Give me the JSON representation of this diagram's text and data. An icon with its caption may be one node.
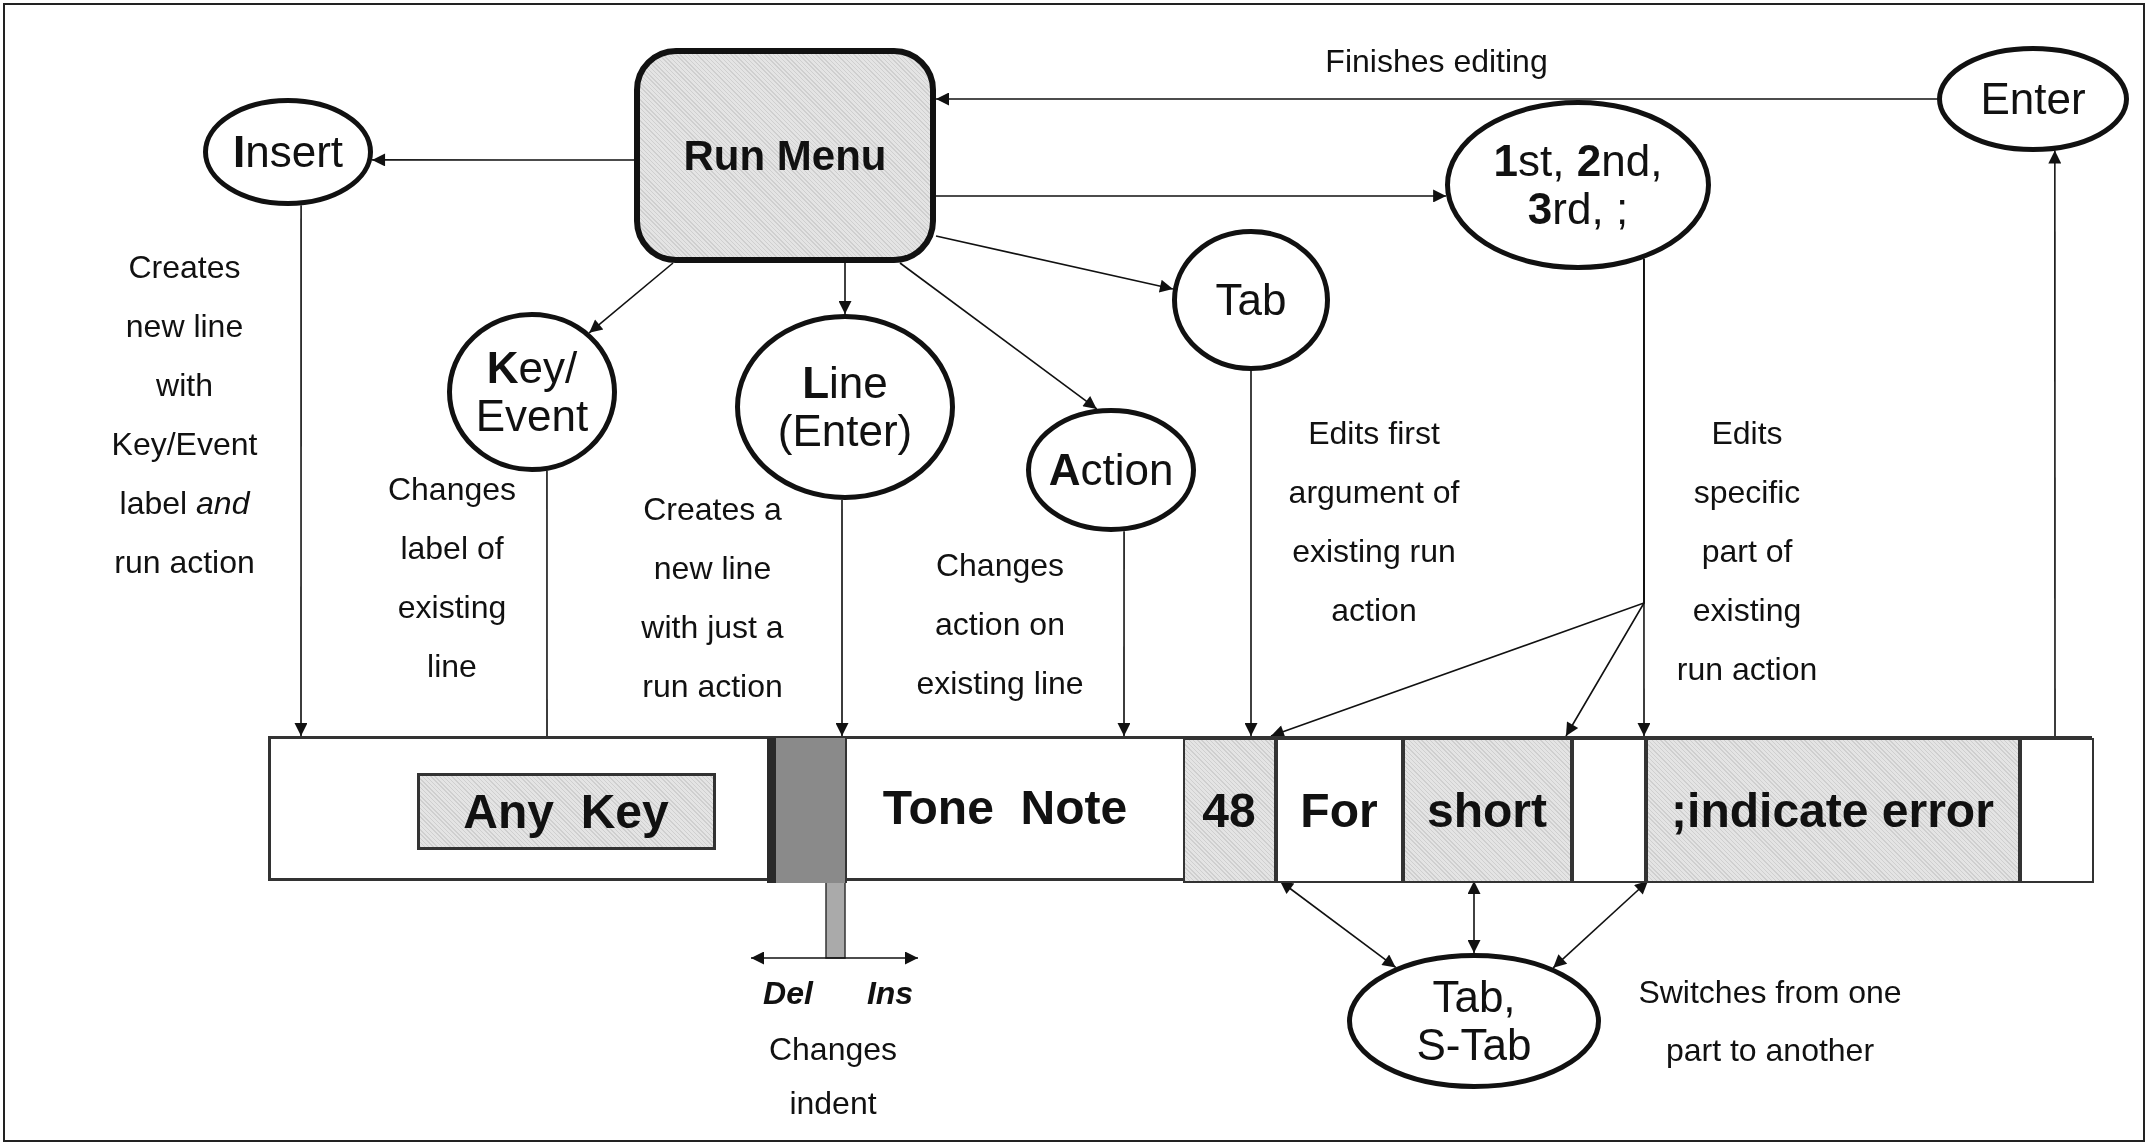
{
  "diagram": {
    "nodes": [
      {
        "text": [
          "Run Menu"
        ]
      },
      {
        "text": [
          "**I**nsert"
        ]
      },
      {
        "text": [
          "**K**ey/ Event"
        ]
      },
      {
        "text": [
          "**L**ine (Enter)"
        ]
      },
      {
        "text": [
          "**A**ction"
        ]
      },
      {
        "text": [
          "Tab"
        ]
      },
      {
        "text": [
          "**1**st, **2**nd, **3**rd, ;"
        ]
      },
      {
        "text": [
          "Enter"
        ]
      },
      {
        "text": [],
        "shape": "bar"
      },
      {
        "text": [
          "Any  Key"
        ],
        "in": 8
      },
      {
        "text": [],
        "shape": "bar",
        "in": 8
      },
      {
        "text": [
          "48"
        ],
        "in": 8
      },
      {
        "text": [
          "For"
        ],
        "in": 8
      },
      {
        "text": [
          "short"
        ],
        "in": 8
      },
      {
        "text": [],
        "shape": "box",
        "in": 8
      },
      {
        "text": [
          ";indicate error"
        ],
        "in": 8
      },
      {
        "text": [],
        "shape": "box",
        "in": 8
      },
      {
        "text": [
          "Tab, S-Tab"
        ],
        "beside": [
          "Switches from one part to another"
        ]
      }
    ],
    "edges": [
      {
        "from": 0,
        "to": 1,
        "arrow": "to"
      },
      {
        "from": 0,
        "to": 2,
        "arrow": "to"
      },
      {
        "from": 0,
        "to": 3,
        "arrow": "to"
      },
      {
        "from": 0,
        "to": 4,
        "arrow": "to"
      },
      {
        "from": 0,
        "to": 5,
        "arrow": "to"
      },
      {
        "from": 0,
        "to": 6,
        "arrow": "to"
      },
      {
        "from": 7,
        "to": 0,
        "arrow": "to",
        "label": "Finishes editing"
      },
      {
        "from": 1,
        "to": 8,
        "arrow": "to"
      },
      {
        "from": 2,
        "to": 9,
        "arrow": "to"
      },
      {
        "from": 3,
        "to": 10,
        "arrow": "to"
      },
      {
        "from": 4,
        "to": 8,
        "arrow": "to"
      },
      {
        "from": 5,
        "to": 11,
        "arrow": "to"
      },
      {
        "from": 6,
        "to": 11,
        "arrow": "to"
      },
      {
        "from": 6,
        "to": 13,
        "arrow": "to"
      },
      {
        "from": 6,
        "to": 15,
        "arrow": "to"
      },
      {
        "from": 16,
        "to": 7,
        "arrow": "to"
      },
      {
        "from": 17,
        "to": 12,
        "arrow": "both"
      },
      {
        "from": 17,
        "to": 13,
        "arrow": "both"
      },
      {
        "from": 17,
        "to": 15,
        "arrow": "both"
      }
    ],
    "labels": [
      "Creates new line with Key/Event label *and* run action",
      "Changes label of existing line",
      "Creates a new line with just a run action",
      "Changes action on existing line",
      "Edits first argument of existing run action",
      "Edits specific part of existing run action",
      "Tone  Note",
      "Del",
      "Ins",
      "Changes indent"
    ]
  }
}
